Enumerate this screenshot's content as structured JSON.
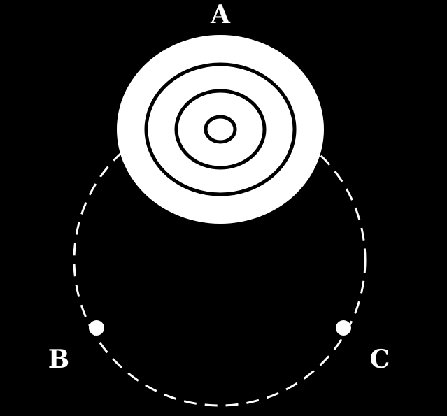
{
  "diagram": {
    "labels": {
      "a": "A",
      "b": "B",
      "c": "C"
    },
    "colors": {
      "background": "#000000",
      "foreground": "#ffffff"
    }
  }
}
